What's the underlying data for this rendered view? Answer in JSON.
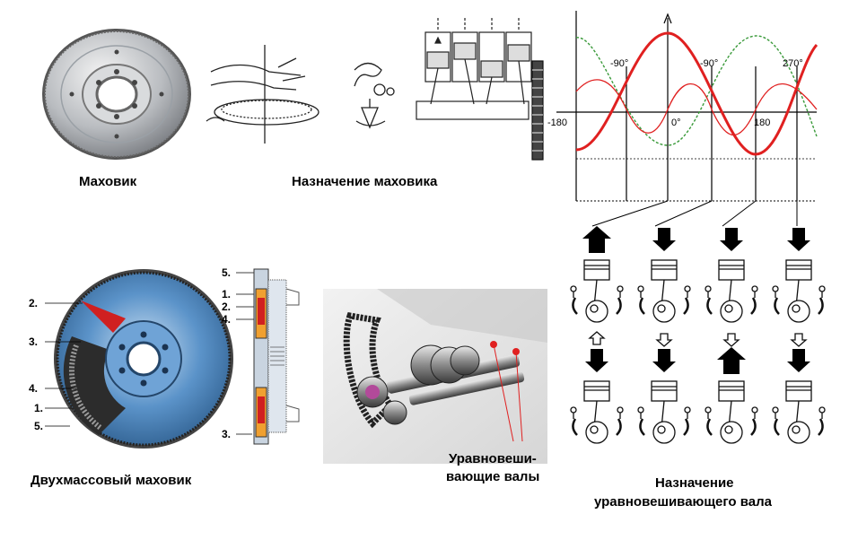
{
  "captions": {
    "flywheel": "Маховик",
    "flywheel_purpose": "Назначение маховика",
    "dual_mass": "Двухмассовый маховик",
    "balance_shafts_line1": "Уравновеши-",
    "balance_shafts_line2": "вающие валы",
    "balance_purpose_line1": "Назначение",
    "balance_purpose_line2": "уравновешивающего вала"
  },
  "callouts_left": [
    "2.",
    "3.",
    "4.",
    "1.",
    "5."
  ],
  "callouts_section": [
    "5.",
    "1.",
    "2.",
    "4.",
    "3."
  ],
  "chart": {
    "top_ticks": [
      "-90°",
      "-90°",
      "270°"
    ],
    "axis_ticks": [
      "-180",
      "0°",
      "180"
    ]
  },
  "colors": {
    "accent_red": "#e02020",
    "wave_green": "#3a9a3a",
    "disc_blue": "#5b93c9"
  }
}
